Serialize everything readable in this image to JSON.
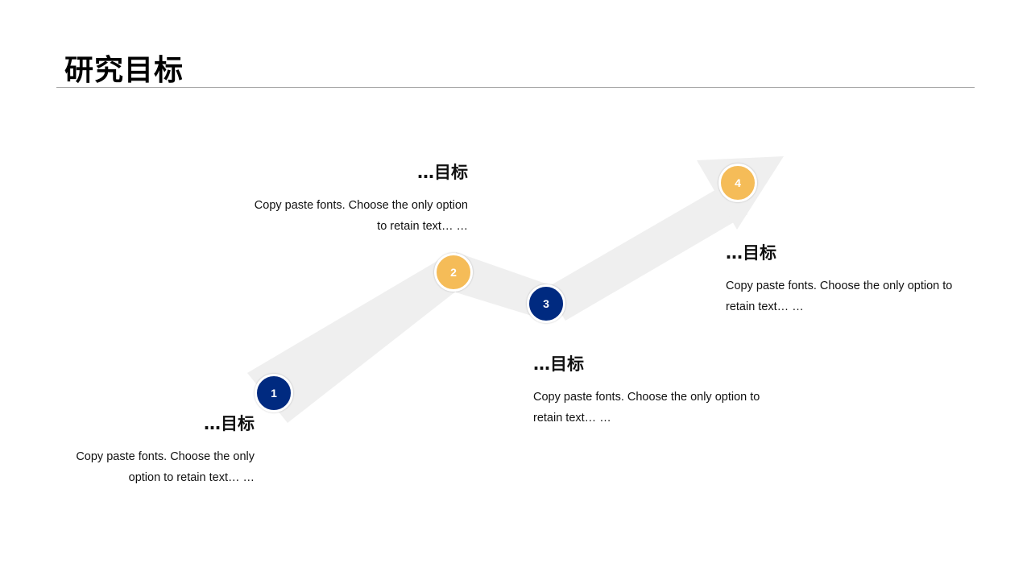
{
  "title": "研究目标",
  "colors": {
    "navy": "#002a80",
    "gold": "#f5bc58",
    "path": "#efefef",
    "rule": "#a6a6a6"
  },
  "steps": [
    {
      "number": "1",
      "heading": "…目标",
      "text": "Copy paste fonts. Choose the only option to retain text… …",
      "color": "navy"
    },
    {
      "number": "2",
      "heading": "…目标",
      "text": "Copy paste fonts. Choose the only option to retain text… …",
      "color": "gold"
    },
    {
      "number": "3",
      "heading": "…目标",
      "text": "Copy paste fonts. Choose the only option to retain text… …",
      "color": "navy"
    },
    {
      "number": "4",
      "heading": "…目标",
      "text": "Copy paste fonts. Choose the only option to retain text… …",
      "color": "gold"
    }
  ]
}
